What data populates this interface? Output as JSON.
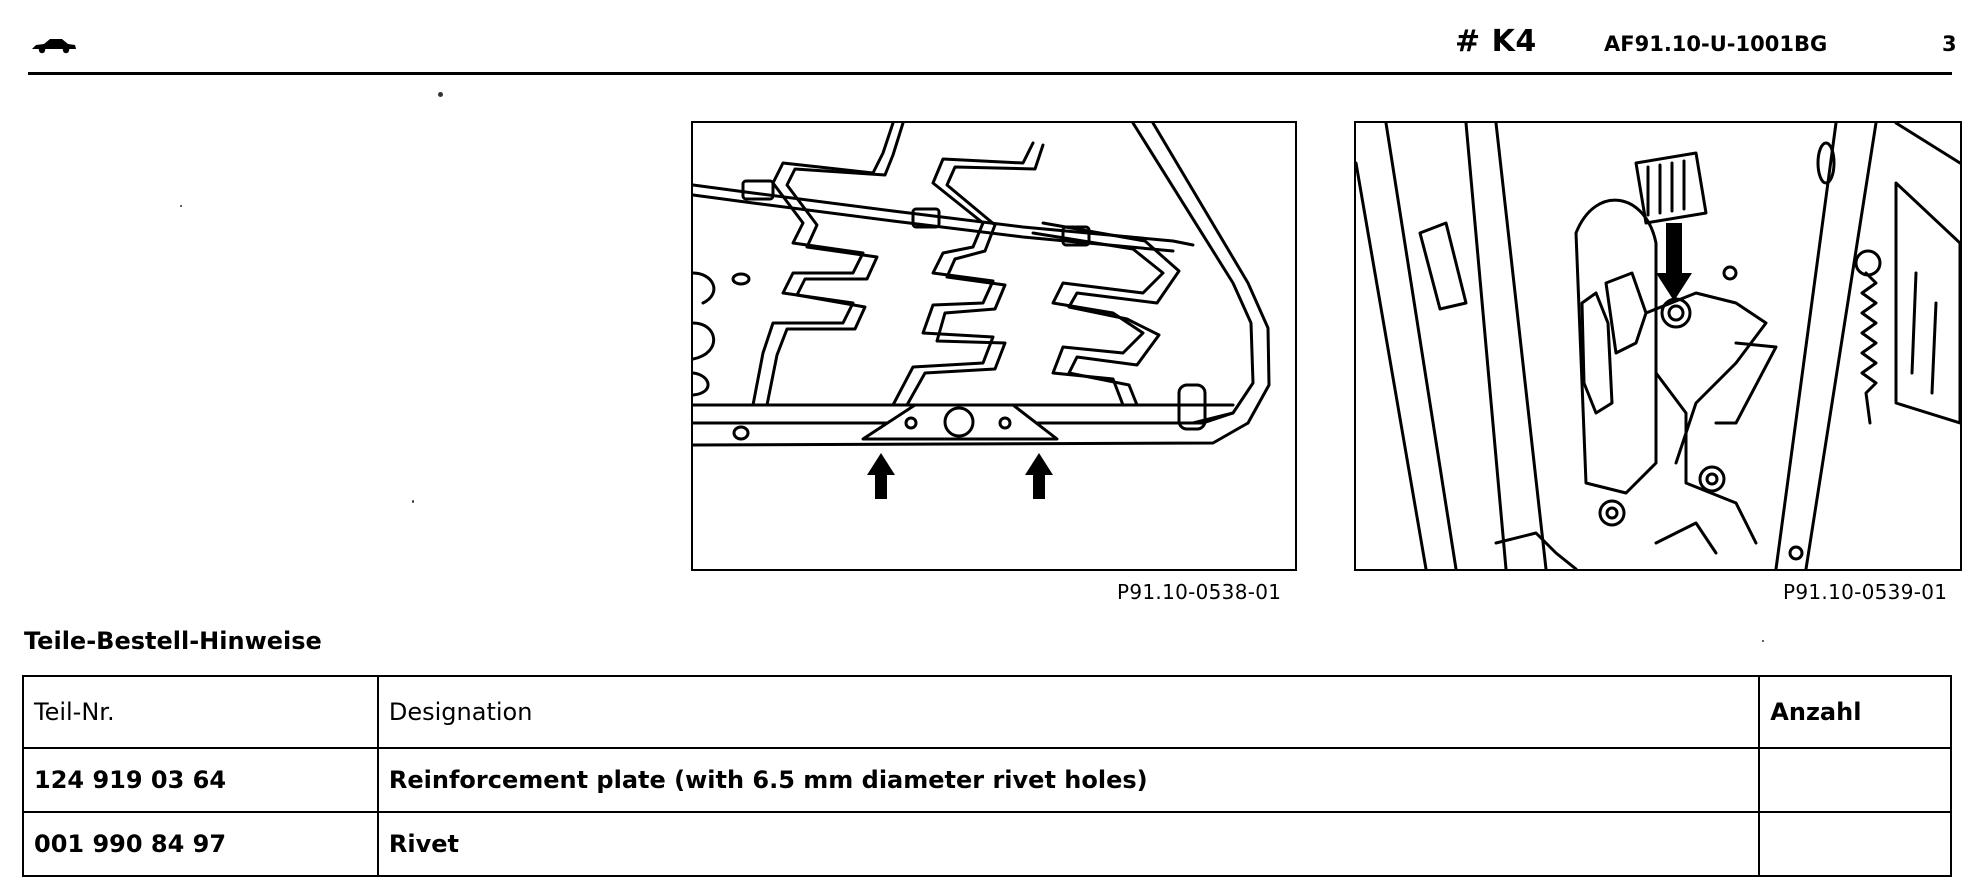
{
  "header": {
    "icon": "car-icon",
    "code": "# K4",
    "reference": "AF91.10-U-1001BG",
    "page_number": "3"
  },
  "figures": [
    {
      "caption": "P91.10-0538-01",
      "illustration": "seat-frame-reinforcement-plate",
      "arrows": 2
    },
    {
      "caption": "P91.10-0539-01",
      "illustration": "seat-backrest-latch",
      "arrows": 1
    }
  ],
  "parts_section": {
    "title": "Teile-Bestell-Hinweise",
    "columns": {
      "part_no": "Teil-Nr.",
      "designation": "Designation",
      "quantity": "Anzahl"
    },
    "rows": [
      {
        "part_no": "124 919 03 64",
        "designation": "Reinforcement plate (with 6.5 mm diameter rivet holes)",
        "quantity": ""
      },
      {
        "part_no": "001 990 84 97",
        "designation": "Rivet",
        "quantity": ""
      }
    ]
  },
  "colors": {
    "ink": "#000000",
    "paper": "#ffffff"
  }
}
